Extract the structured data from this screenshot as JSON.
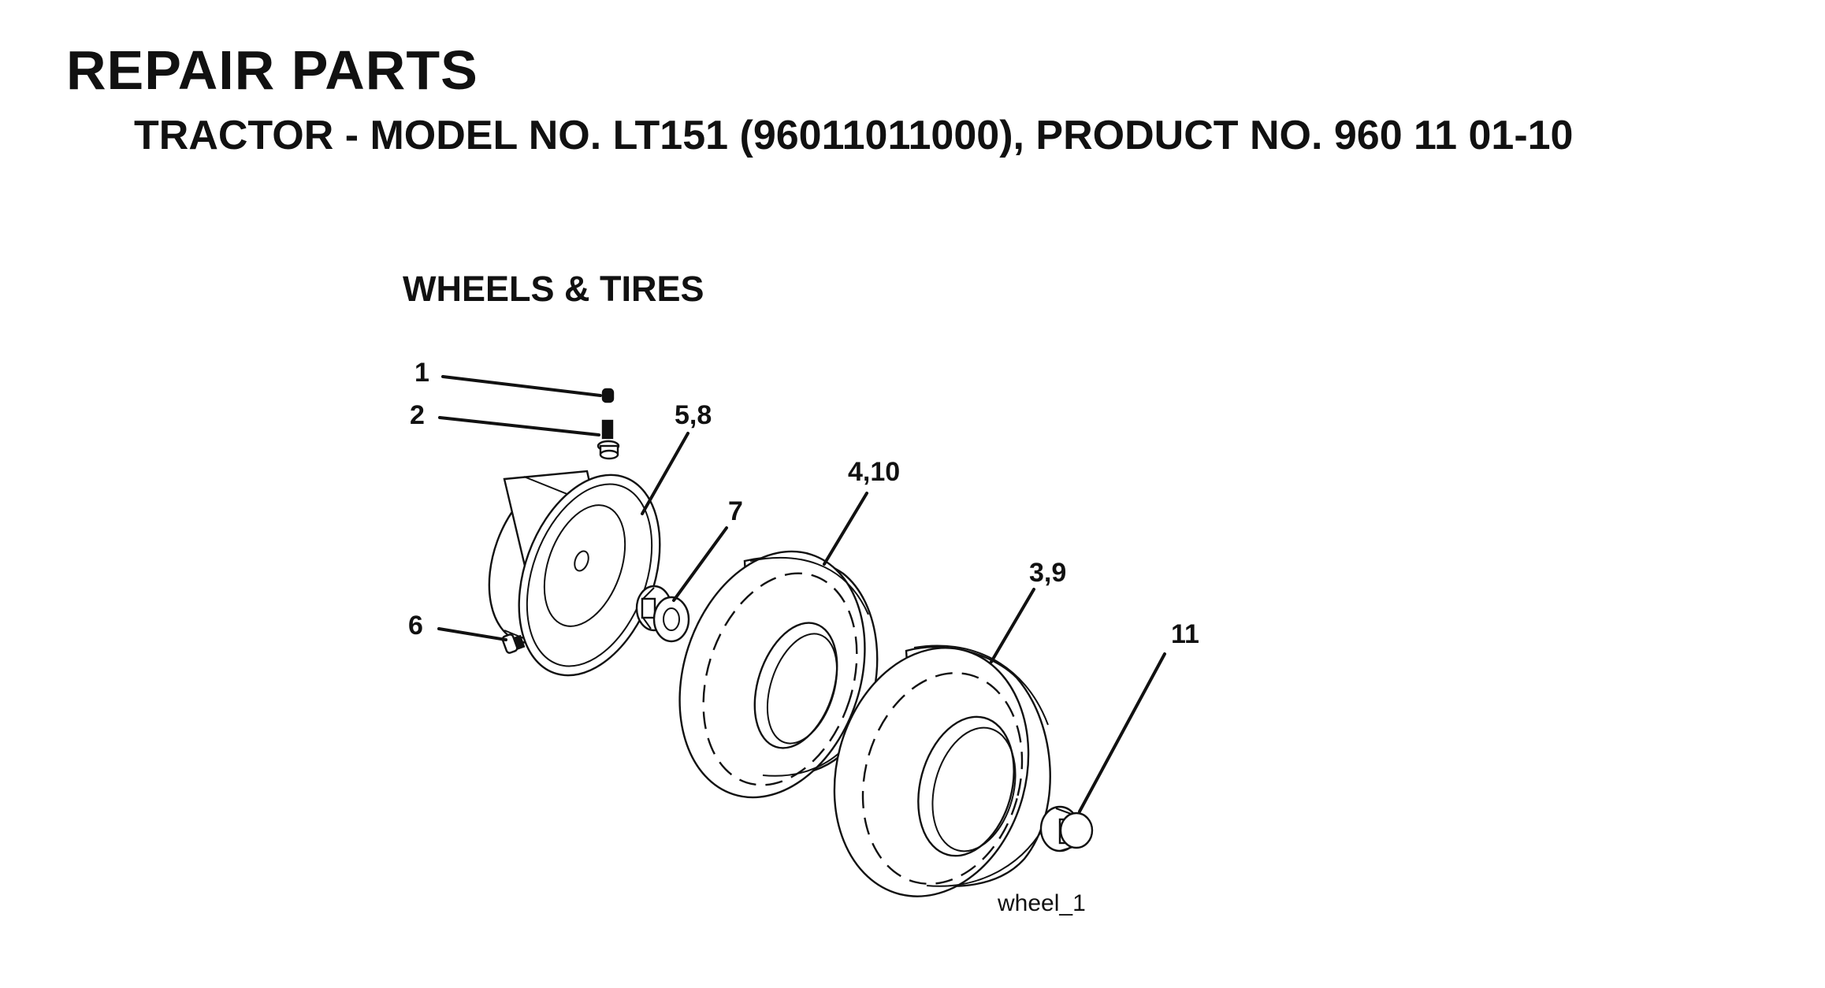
{
  "header": {
    "title": "REPAIR PARTS",
    "subtitle": "TRACTOR - MODEL NO. LT151 (96011011000), PRODUCT NO. 960 11 01-10"
  },
  "diagram": {
    "section_title": "WHEELS & TIRES",
    "callouts": {
      "valve_cap": "1",
      "valve_stem": "2",
      "rim": "5,8",
      "bolt": "6",
      "bushing": "7",
      "front_tire": "4,10",
      "rear_tire": "3,9",
      "cap": "11"
    },
    "figure_ref": "wheel_1"
  }
}
